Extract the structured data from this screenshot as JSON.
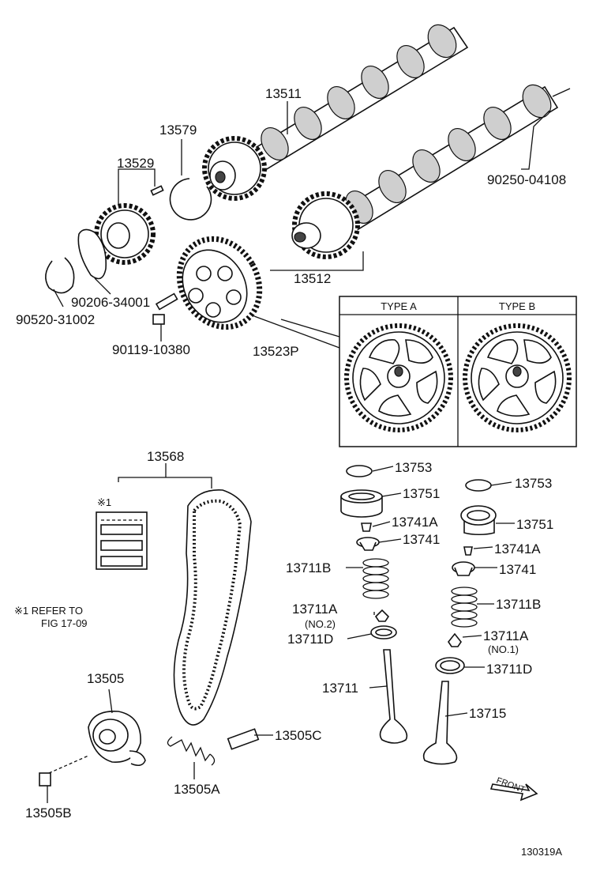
{
  "parts": [
    {
      "id": "p13511",
      "label": "13511"
    },
    {
      "id": "p13579",
      "label": "13579"
    },
    {
      "id": "p13529",
      "label": "13529"
    },
    {
      "id": "p90250",
      "label": "90250-04108"
    },
    {
      "id": "p13512",
      "label": "13512"
    },
    {
      "id": "p90206",
      "label": "90206-34001"
    },
    {
      "id": "p90520",
      "label": "90520-31002"
    },
    {
      "id": "p90119",
      "label": "90119-10380"
    },
    {
      "id": "p13523P",
      "label": "13523P"
    },
    {
      "id": "p13568",
      "label": "13568"
    },
    {
      "id": "p13753a",
      "label": "13753"
    },
    {
      "id": "p13753b",
      "label": "13753"
    },
    {
      "id": "p13751a",
      "label": "13751"
    },
    {
      "id": "p13751b",
      "label": "13751"
    },
    {
      "id": "p13741Aa",
      "label": "13741A"
    },
    {
      "id": "p13741Ab",
      "label": "13741A"
    },
    {
      "id": "p13741a",
      "label": "13741"
    },
    {
      "id": "p13741b",
      "label": "13741"
    },
    {
      "id": "p13711Ba",
      "label": "13711B"
    },
    {
      "id": "p13711Bb",
      "label": "13711B"
    },
    {
      "id": "p13711Aa",
      "label": "13711A"
    },
    {
      "id": "p13711Ab",
      "label": "13711A"
    },
    {
      "id": "p13711Da",
      "label": "13711D"
    },
    {
      "id": "p13711Db",
      "label": "13711D"
    },
    {
      "id": "p13711",
      "label": "13711"
    },
    {
      "id": "p13715",
      "label": "13715"
    },
    {
      "id": "p13505",
      "label": "13505"
    },
    {
      "id": "p13505C",
      "label": "13505C"
    },
    {
      "id": "p13505A",
      "label": "13505A"
    },
    {
      "id": "p13505B",
      "label": "13505B"
    }
  ],
  "inset": {
    "type_a": "TYPE A",
    "type_b": "TYPE B"
  },
  "notes": {
    "no2": "(NO.2)",
    "no1": "(NO.1)",
    "ref_mark": "※1",
    "refer_line1": "※1 REFER TO",
    "refer_line2": "FIG 17-09"
  },
  "front_label": "FRONT",
  "figure_id": "130319A"
}
